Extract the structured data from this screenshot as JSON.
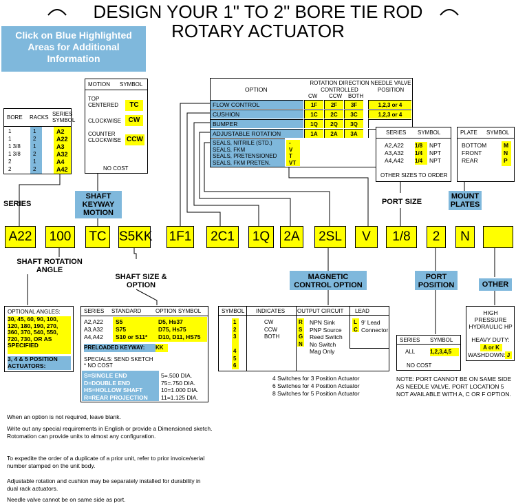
{
  "header": {
    "line1": "DESIGN YOUR 1\" TO 2\" BORE TIE ROD",
    "line2": "ROTARY ACTUATOR"
  },
  "click_box": "Click on Blue Highlighted Areas for Additional Information",
  "code_sequence": [
    "A22",
    "100",
    "TC",
    "S5KK",
    "1F1",
    "2C1",
    "1Q",
    "2A",
    "2SL",
    "V",
    "1/8",
    "2",
    "N",
    ""
  ],
  "labels": {
    "series": "SERIES",
    "shaft_keyway": "SHAFT KEYWAY MOTION",
    "shaft_rotation": "SHAFT ROTATION ANGLE",
    "shaft_size": "SHAFT SIZE & OPTION",
    "magnetic": "MAGNETIC CONTROL OPTION",
    "port_size": "PORT SIZE",
    "port_position": "PORT POSITION",
    "mount_plates": "MOUNT PLATES",
    "other": "OTHER"
  },
  "series_table": {
    "headers": [
      "BORE",
      "RACKS",
      "SERIES SYMBOL"
    ],
    "rows": [
      [
        "1",
        "1",
        "A2"
      ],
      [
        "1",
        "2",
        "A22"
      ],
      [
        "1 3/8",
        "1",
        "A3"
      ],
      [
        "1 3/8",
        "2",
        "A32"
      ],
      [
        "2",
        "1",
        "A4"
      ],
      [
        "2",
        "2",
        "A42"
      ]
    ]
  },
  "motion_table": {
    "headers": [
      "MOTION",
      "SYMBOL"
    ],
    "rows": [
      [
        "TOP CENTERED",
        "TC"
      ],
      [
        "CLOCKWISE",
        "CW"
      ],
      [
        "COUNTER CLOCKWISE",
        "CCW"
      ]
    ],
    "footer": "NO COST"
  },
  "option_table": {
    "h_option": "OPTION",
    "h_rot": "ROTATION DIRECTION CONTROLLED",
    "h_needle": "NEEDLE VALVE POSITION",
    "h_cw": "CW",
    "h_ccw": "CCW",
    "h_both": "BOTH",
    "rows": [
      [
        "FLOW CONTROL",
        "1F",
        "2F",
        "3F",
        "1,2,3 or 4"
      ],
      [
        "CUSHION",
        "1C",
        "2C",
        "3C",
        "1,2,3 or 4"
      ],
      [
        "BUMPER",
        "1Q",
        "2Q",
        "3Q",
        ""
      ],
      [
        "ADJUSTABLE ROTATION",
        "1A",
        "2A",
        "3A",
        ""
      ]
    ],
    "seals": [
      [
        "SEALS, NITRILE (STD.)",
        "-"
      ],
      [
        "SEALS, FKM",
        "V"
      ],
      [
        "SEALS, PRETENSIONED",
        "T"
      ],
      [
        "SEALS, FKM PRETEN.",
        "VT"
      ]
    ]
  },
  "port_table": {
    "headers": [
      "SERIES",
      "SYMBOL"
    ],
    "rows": [
      [
        "A2,A22",
        "1/8",
        "NPT"
      ],
      [
        "A3,A32",
        "1/4",
        "NPT"
      ],
      [
        "A4,A42",
        "1/4",
        "NPT"
      ]
    ],
    "footer": "OTHER SIZES TO ORDER"
  },
  "plate_table": {
    "headers": [
      "PLATE",
      "SYMBOL"
    ],
    "rows": [
      [
        "BOTTOM",
        "M"
      ],
      [
        "FRONT",
        "N"
      ],
      [
        "REAR",
        "P"
      ]
    ]
  },
  "angles": {
    "title": "OPTIONAL ANGLES:",
    "values": "30, 45, 60, 90, 100, 120, 180, 190, 270, 360, 370, 540, 550, 720, 730, OR AS SPECIFIED",
    "actuators": "3, 4 & 5 POSITION ACTUATORS:"
  },
  "shaft_table": {
    "headers": [
      "SERIES",
      "STANDARD",
      "OPTION SYMBOL"
    ],
    "rows": [
      [
        "A2,A22",
        "S5",
        "D5, Hs37"
      ],
      [
        "A3,A32",
        "S75",
        "D75, Hs75"
      ],
      [
        "A4,A42",
        "S10 or S11*",
        "D10, D11, HS75"
      ]
    ],
    "preloaded": "PRELOADED KEYWAY:",
    "preloaded_sym": "KK",
    "specials": "SPECIALS: SEND SKETCH",
    "nocost": "* NO COST",
    "legend": [
      [
        "S=SINGLE END",
        "5=.500 DIA."
      ],
      [
        "D=DOUBLE END",
        "75=.750 DIA."
      ],
      [
        "HS=HOLLOW SHAFT",
        "10=1.000 DIA."
      ],
      [
        "R=REAR PROJECTION",
        "11=1.125 DIA."
      ]
    ]
  },
  "magnetic_table": {
    "headers": [
      "SYMBOL",
      "INDICATES",
      "OUTPUT CIRCUIT",
      "LEAD"
    ],
    "symbols": [
      "1",
      "2",
      "3",
      "",
      "4",
      "5",
      "6"
    ],
    "indicates": [
      "CW",
      "CCW",
      "BOTH"
    ],
    "circuit_codes": [
      "R",
      "S",
      "G",
      "N"
    ],
    "circuits": [
      "NPN Sink",
      "PNP Source",
      "Reed Switch",
      "No Switch",
      "Mag Only"
    ],
    "lead_codes": [
      "L",
      "C"
    ],
    "leads": [
      "9' Lead",
      "Connector"
    ],
    "notes": [
      "4 Switches for 3 Position Actuator",
      "6 Switches for 4 Position Actuator",
      "8 Switches for 5 Position Actuator"
    ]
  },
  "position_table": {
    "headers": [
      "SERIES",
      "SYMBOL"
    ],
    "row": [
      "ALL",
      "1,2,3,4,5"
    ],
    "footer": "NO COST",
    "note": "NOTE: PORT CANNOT BE ON SAME SIDE AS NEEDLE VALVE. PORT LOCATION 5 NOT AVAILABLE WITH A, C OR F OPTION."
  },
  "other_box": {
    "text": "HIGH PRESSURE HYDRAULIC HP",
    "heavy": "HEAVY DUTY:",
    "heavy_sym": "A or K",
    "wash": "WASHDOWN:",
    "wash_sym": "J"
  },
  "footnotes": [
    "When an option is not required, leave blank.",
    "Write out any special requirements in English or provide a Dimensioned sketch. Rotomation can provide units to almost any configuration.",
    "To expedite the order of a duplicate of a prior unit, refer to prior invoice/serial number stamped on the unit body.",
    "Adjustable rotation and cushion may be separately installed for durability in dual rack actuators.",
    "Needle valve cannot be on same side as port."
  ]
}
